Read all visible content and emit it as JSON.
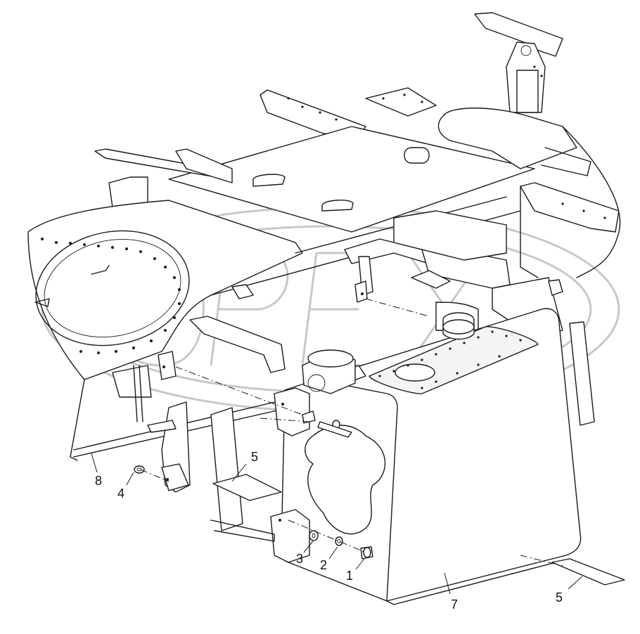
{
  "watermark": {
    "text": "OPEX",
    "color": "#c8c8c8"
  },
  "callouts": [
    {
      "id": "8",
      "label": "8"
    },
    {
      "id": "4",
      "label": "4"
    },
    {
      "id": "5a",
      "label": "5"
    },
    {
      "id": "3",
      "label": "3"
    },
    {
      "id": "2",
      "label": "2"
    },
    {
      "id": "1",
      "label": "1"
    },
    {
      "id": "7",
      "label": "7"
    },
    {
      "id": "5b",
      "label": "5"
    }
  ],
  "colors": {
    "line": "#1a1a1a",
    "background": "#ffffff"
  }
}
